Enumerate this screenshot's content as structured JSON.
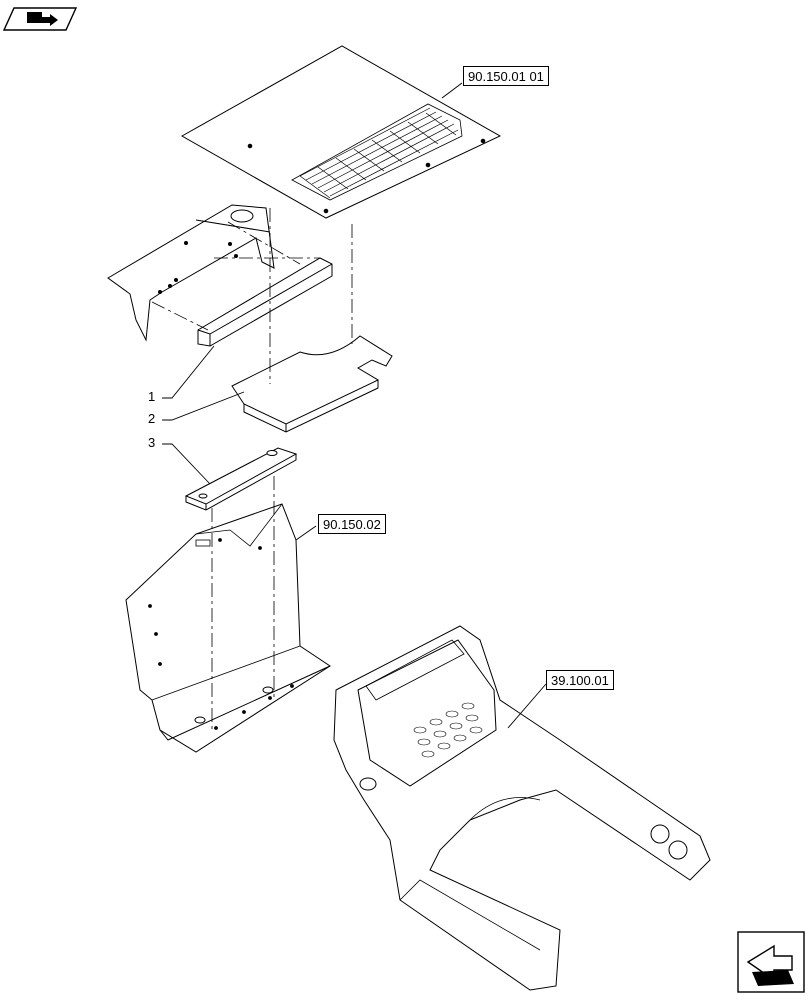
{
  "references": {
    "roof": "90.150.01 01",
    "rear_panel": "90.150.02",
    "console": "39.100.01"
  },
  "callouts": {
    "item1": "1",
    "item2": "2",
    "item3": "3"
  },
  "icons": {
    "top_left": "book-arrow-icon",
    "bottom_right": "next-page-arrow-icon"
  }
}
